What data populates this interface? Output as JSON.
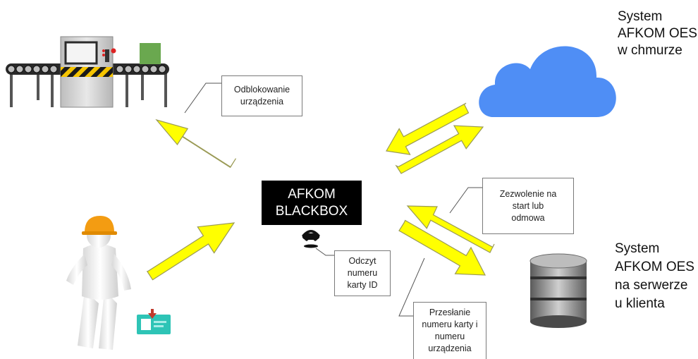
{
  "blackbox": {
    "line1": "AFKOM",
    "line2": "BLACKBOX"
  },
  "callouts": {
    "unlock": {
      "line1": "Odblokowanie",
      "line2": "urządzenia"
    },
    "card_read": {
      "line1": "Odczyt",
      "line2": "numeru",
      "line3": "karty ID"
    },
    "permission": {
      "line1": "Zezwolenie na",
      "line2": "start lub",
      "line3": "odmowa"
    },
    "send": {
      "line1": "Przesłanie",
      "line2": "numeru karty i",
      "line3": "numeru",
      "line4": "urządzenia"
    }
  },
  "systems": {
    "cloud": {
      "line1": "System",
      "line2": "AFKOM OES",
      "line3": "w chmurze"
    },
    "server": {
      "line1": "System",
      "line2": "AFKOM OES",
      "line3": "na serwerze",
      "line4": "u klienta"
    }
  },
  "colors": {
    "arrow_fill": "#ffff00",
    "arrow_stroke": "#9a9a55",
    "cloud": "#4f8ef5",
    "blackbox": "#000000",
    "hazard_stripe": "#f5c400",
    "helmet": "#f39c12",
    "green_box": "#6aa84f",
    "id_card": "#2ec4b6"
  }
}
